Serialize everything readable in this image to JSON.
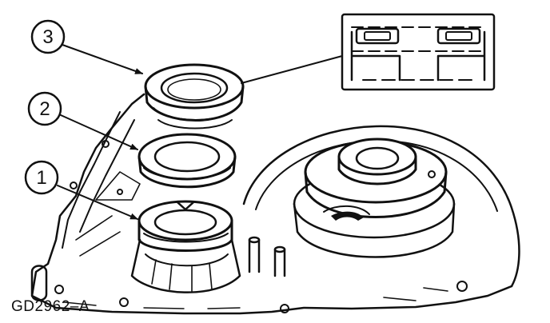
{
  "figure": {
    "code": "GD2962–A"
  },
  "callouts": [
    {
      "label": "1"
    },
    {
      "label": "2"
    },
    {
      "label": "3"
    }
  ],
  "colors": {
    "ink": "#111111",
    "background": "#ffffff"
  }
}
